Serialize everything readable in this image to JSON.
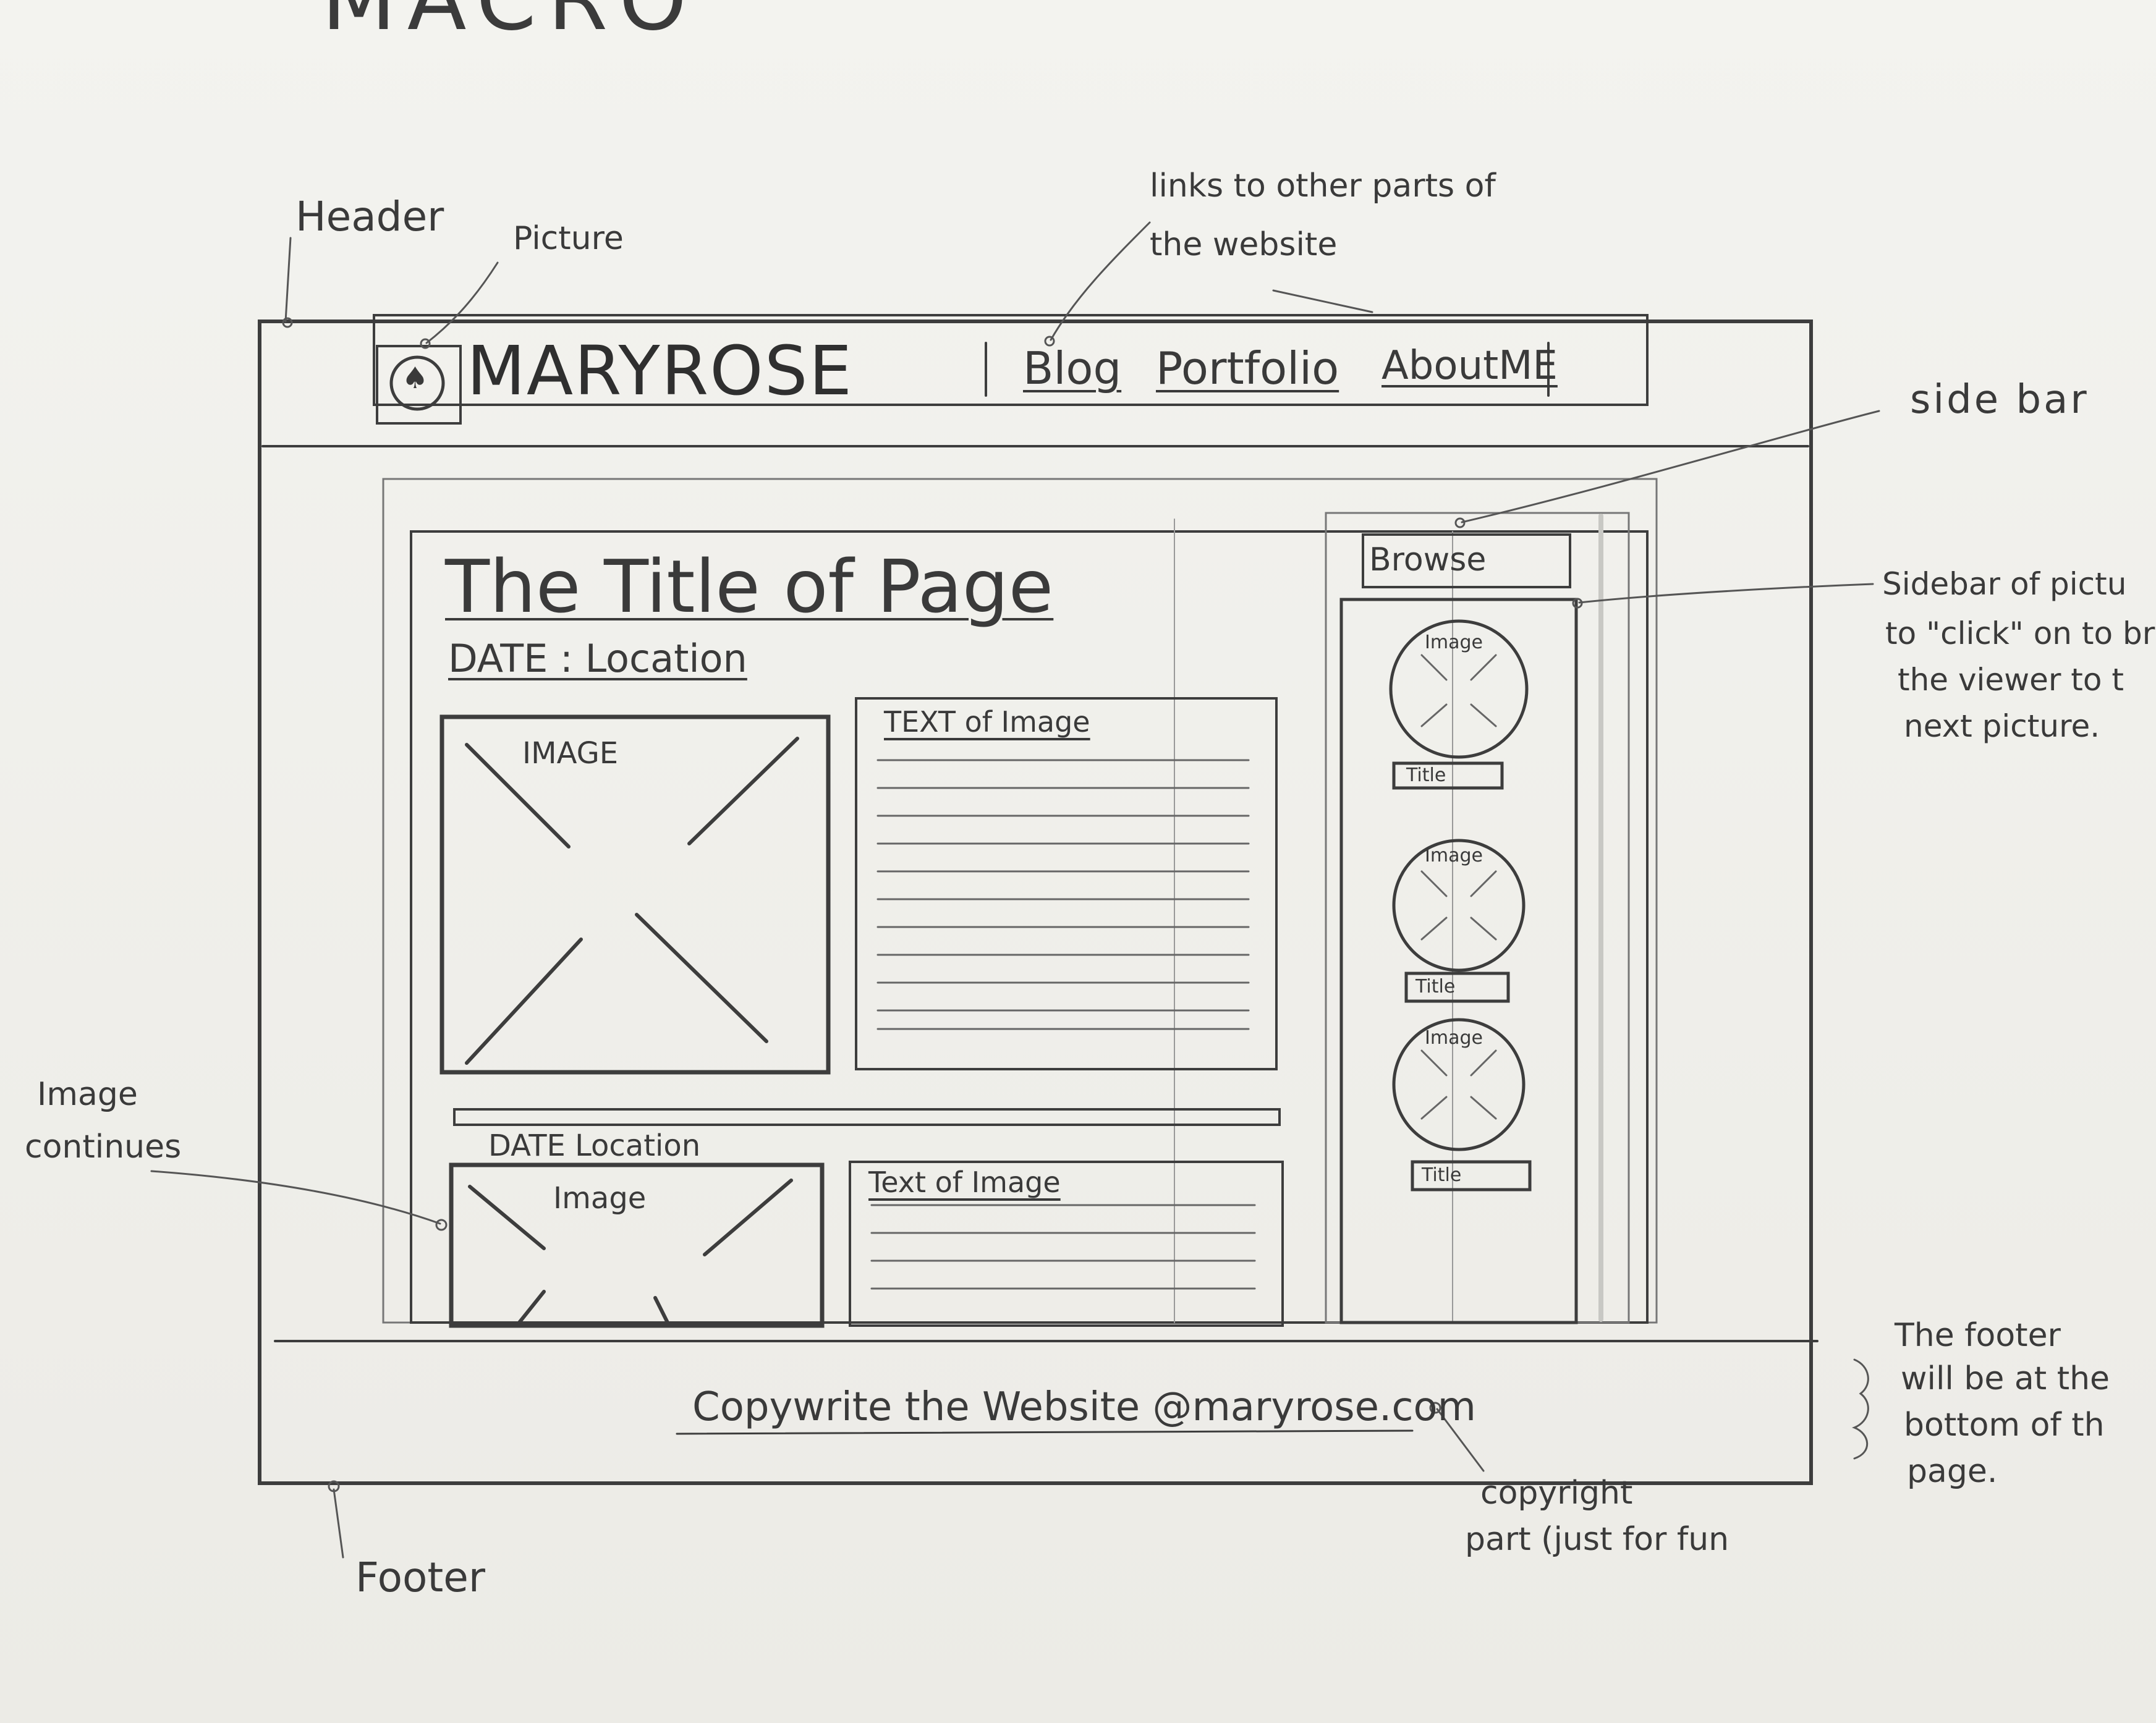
{
  "sketch_title": "MACRO",
  "annotations": {
    "header": "Header",
    "picture": "Picture",
    "links": [
      "links to other parts of",
      "the website"
    ],
    "sidebar": "side bar",
    "sidebar_pictures": [
      "Sidebar of pictu",
      "to \"click\" on to br",
      "the viewer to t",
      "next picture."
    ],
    "image_continues": [
      "Image",
      "continues"
    ],
    "footer_note": [
      "The footer",
      "will be at the",
      "bottom of th",
      "page."
    ],
    "copyright_note": [
      "copyright",
      "part (just for fun"
    ],
    "footer": "Footer"
  },
  "header": {
    "site_name": "MARYROSE",
    "nav": [
      "Blog",
      "Portfolio",
      "AboutME"
    ]
  },
  "main": {
    "page_title": "The Title of Page",
    "date_location": "DATE : Location",
    "image_label": "IMAGE",
    "text_label": "TEXT of Image",
    "second_date_location": "DATE Location",
    "second_image_label": "Image",
    "second_text_label": "Text of Image"
  },
  "sidebar": {
    "browse": "Browse",
    "thumbnails": [
      {
        "image": "Image",
        "title": "Title"
      },
      {
        "image": "Image",
        "title": "Title"
      },
      {
        "image": "Image",
        "title": "Title"
      }
    ]
  },
  "footer": {
    "copyright": "Copywrite the Website @maryrose.com"
  }
}
